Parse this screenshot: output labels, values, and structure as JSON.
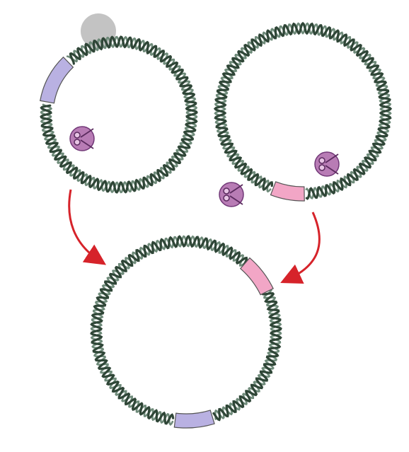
{
  "diagram": {
    "plasmids": [
      {
        "id": "plasmid-a",
        "insert_color": "#b9b1e2",
        "has_enzyme": true
      },
      {
        "id": "plasmid-b",
        "insert_color": "#f2a6c6",
        "has_enzyme": true
      },
      {
        "id": "recombinant-plasmid",
        "insert_colors": [
          "#f2a6c6",
          "#b9b1e2"
        ]
      }
    ],
    "colors": {
      "dna_dark": "#2f4637",
      "dna_light": "#6e8a79",
      "arrow": "#d6232a",
      "enzyme_fill": "#b575b2",
      "enzyme_stroke": "#6a2e70",
      "shadow": "#b8b8b8"
    },
    "icons": [
      "restriction-enzyme-icon",
      "scissors-icon",
      "arrow-icon",
      "dna-helix-icon"
    ]
  }
}
